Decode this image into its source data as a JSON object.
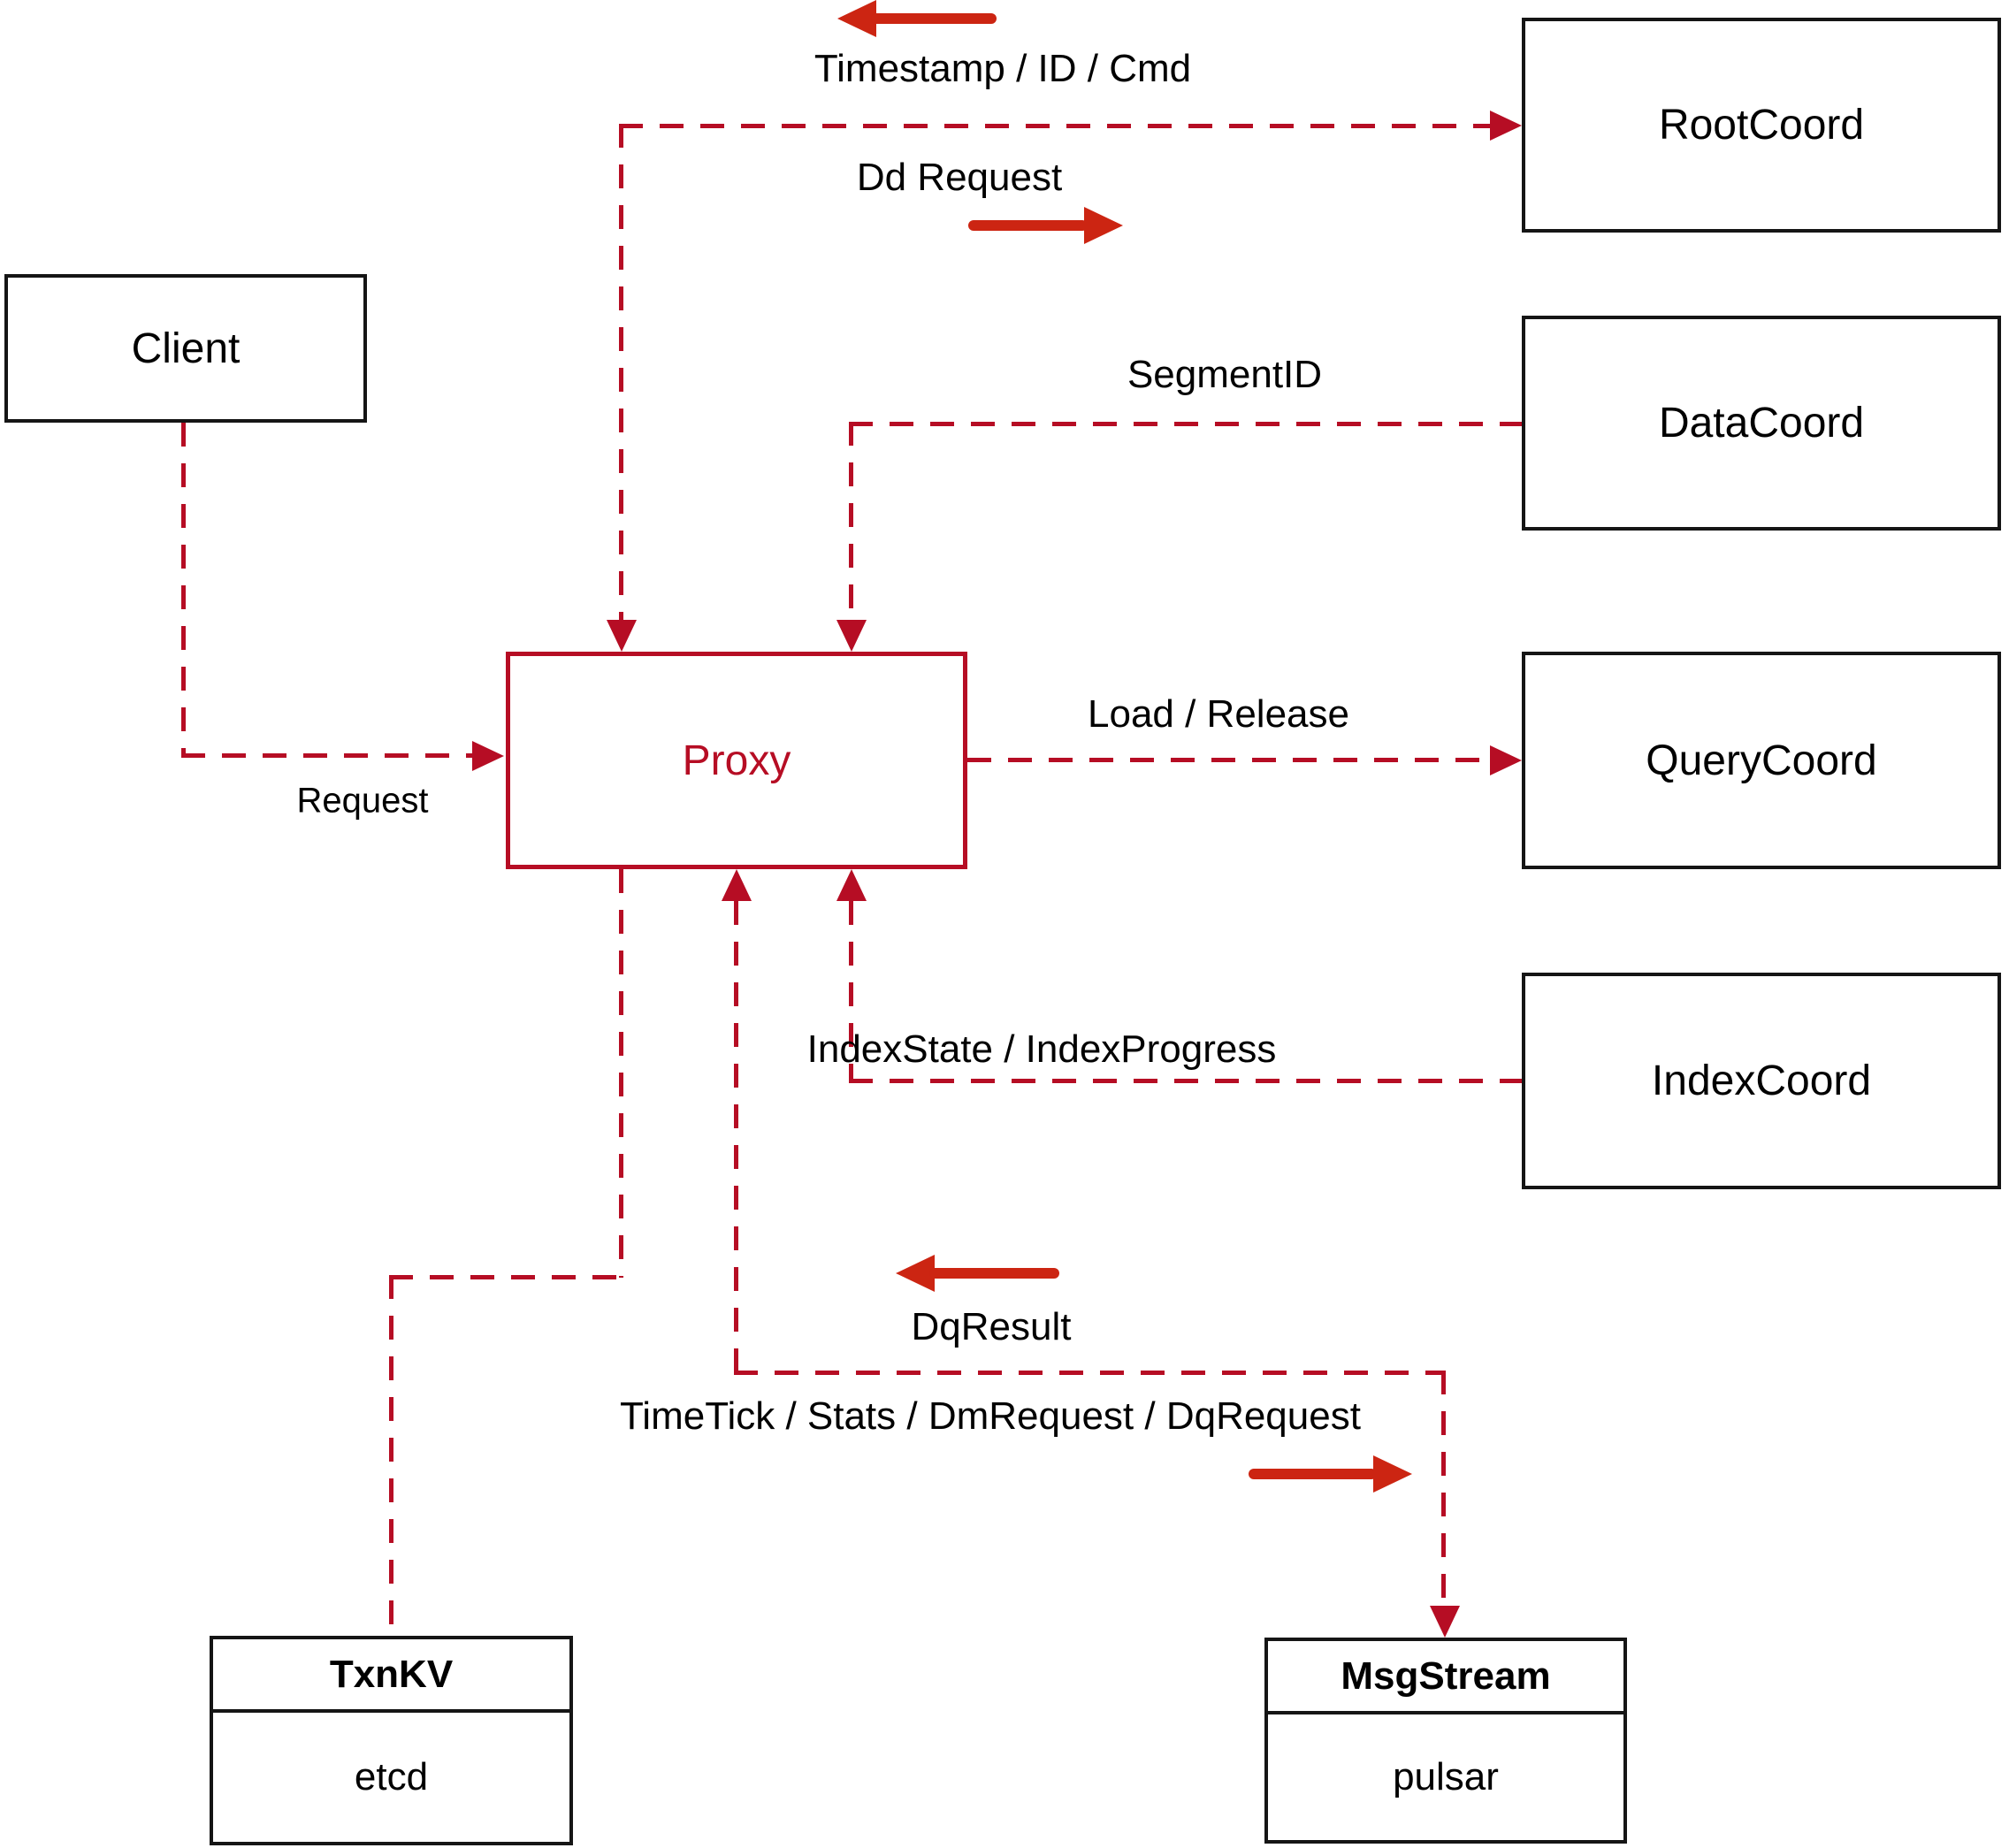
{
  "colors": {
    "dashed_line": "#b60d24",
    "solid_arrow": "#cc2512",
    "box_border": "#151515",
    "proxy_accent": "#b60d24",
    "text": "#000000"
  },
  "nodes": {
    "client": {
      "label": "Client"
    },
    "proxy": {
      "label": "Proxy"
    },
    "rootcoord": {
      "label": "RootCoord"
    },
    "datacoord": {
      "label": "DataCoord"
    },
    "querycoord": {
      "label": "QueryCoord"
    },
    "indexcoord": {
      "label": "IndexCoord"
    },
    "txnkv": {
      "title": "TxnKV",
      "subtitle": "etcd"
    },
    "msgstream": {
      "title": "MsgStream",
      "subtitle": "pulsar"
    }
  },
  "edges": {
    "client_proxy": {
      "label": "Request"
    },
    "proxy_rootcoord": {
      "response_label": "Timestamp / ID / Cmd",
      "request_label": "Dd Request"
    },
    "proxy_datacoord": {
      "label": "SegmentID"
    },
    "proxy_querycoord": {
      "label": "Load / Release"
    },
    "proxy_indexcoord": {
      "label": "IndexState / IndexProgress"
    },
    "proxy_msgstream": {
      "response_label": "DqResult",
      "request_label": "TimeTick / Stats / DmRequest / DqRequest"
    }
  }
}
